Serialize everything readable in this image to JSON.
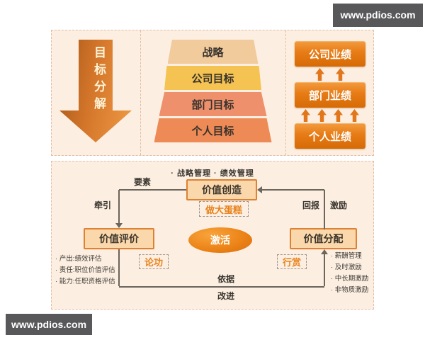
{
  "watermarks": {
    "top": "www.pdios.com",
    "bottom": "www.pdios.com"
  },
  "top_panel": {
    "arrow_label": "目标分解",
    "pyramid_levels": [
      {
        "label": "战略",
        "color": "#f2cb9d"
      },
      {
        "label": "公司目标",
        "color": "#f5c352"
      },
      {
        "label": "部门目标",
        "color": "#ef906c"
      },
      {
        "label": "个人目标",
        "color": "#ee8a55"
      }
    ],
    "performance_boxes": [
      "公司业绩",
      "部门业绩",
      "个人业绩"
    ],
    "arrows_between_counts": [
      2,
      4
    ]
  },
  "flowchart": {
    "header_note": "· 战略管理  · 绩效管理",
    "value_creation": "价值创造",
    "make_cake": "做大蛋糕",
    "value_evaluation": "价值评价",
    "value_distribution": "价值分配",
    "activate": "激活",
    "merit": "论功",
    "reward": "行赏",
    "labels": {
      "factors": "要素",
      "traction": "牵引",
      "return": "回报",
      "incentive": "激励",
      "basis": "依据",
      "improve": "改进"
    },
    "evaluation_notes": [
      "· 产出:绩效评估",
      "· 责任:职位价值评估",
      "· 能力:任职资格评估"
    ],
    "distribution_notes": [
      "· 薪酬管理",
      "· 及时激励",
      "· 中长期激励",
      "· 非物质激励"
    ]
  },
  "colors": {
    "accent": "#e87d17",
    "panel_bg": "#fcefe2",
    "line": "#6b655c"
  }
}
